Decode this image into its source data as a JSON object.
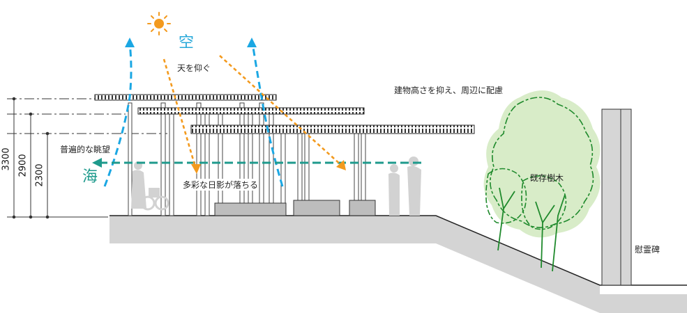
{
  "labels": {
    "sky": "空",
    "sea": "海",
    "look_up": "天を仰ぐ",
    "view": "普遍的な眺望",
    "shadow": "多彩な日影が落ちる",
    "height_note": "建物高さを抑え、周辺に配慮",
    "tree": "既存樹木",
    "monument": "慰霊碑"
  },
  "dimensions": [
    "3300",
    "2900",
    "2300"
  ],
  "colors": {
    "sky_arrow": "#1ba7e3",
    "sun_arrow": "#f39a1e",
    "sea_arrow": "#1e9a8c",
    "tree_fill": "#d8ecc8",
    "tree_stroke": "#1f8a2c",
    "ground": "#d4d4d4"
  },
  "icons": [
    "sun-icon"
  ]
}
